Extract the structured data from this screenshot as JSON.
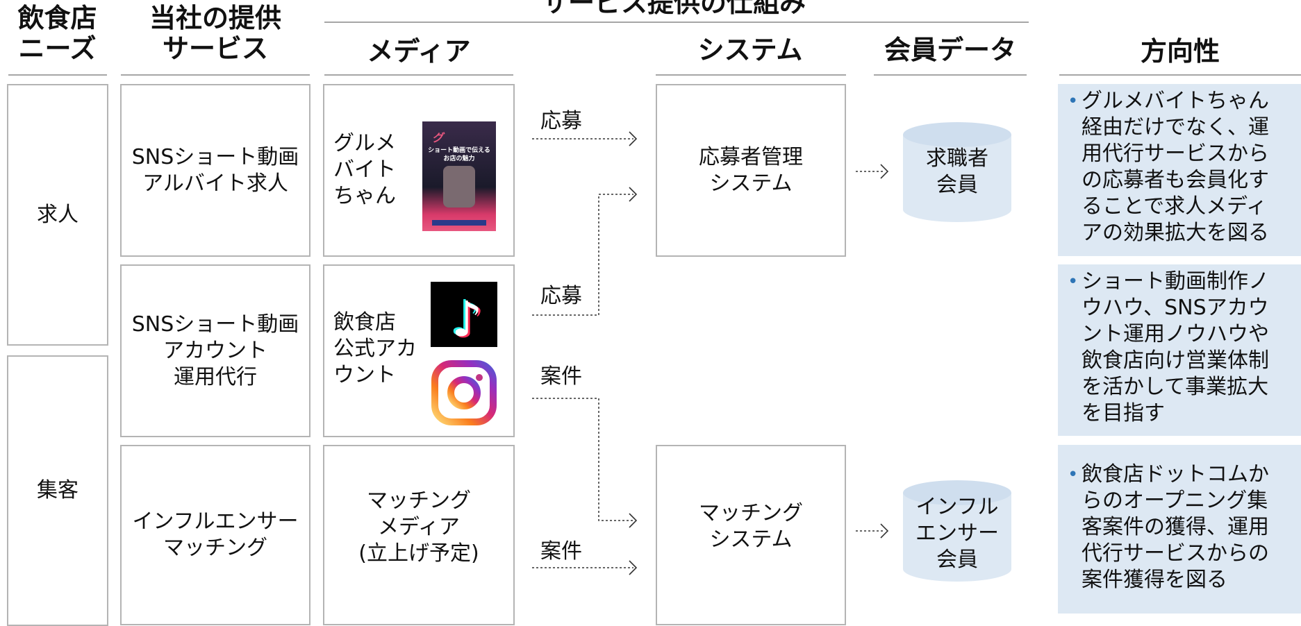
{
  "headers": {
    "needs": "飲食店\nニーズ",
    "services": "当社の提供\nサービス",
    "mechanism": "サービス提供の仕組み",
    "media": "メディア",
    "system": "システム",
    "member_data": "会員データ",
    "direction": "方向性"
  },
  "needs": {
    "recruit": "求人",
    "attract": "集客"
  },
  "services": [
    "SNSショート動画\nアルバイト求人",
    "SNSショート動画\nアカウント\n運用代行",
    "インフルエンサー\nマッチング"
  ],
  "media": {
    "gourmet": "グルメ\nバイト\nちゃん",
    "official": "飲食店\n公式アカ\nウント",
    "matching": "マッチング\nメディア\n(立上げ予定)",
    "thumb_title": "ショート動画で伝える\nお店の魅力"
  },
  "flow_labels": {
    "apply1": "応募",
    "apply2": "応募",
    "case1": "案件",
    "case2": "案件"
  },
  "systems": {
    "applicant": "応募者管理\nシステム",
    "matching": "マッチング\nシステム"
  },
  "members": {
    "job_seeker": "求職者\n会員",
    "influencer": "インフル\nエンサー\n会員"
  },
  "directions": [
    "グルメバイトちゃん\n経由だけでなく、運\n用代行サービスから\nの応募者も会員化す\nることで求人メディ\nアの効果拡大を図る",
    "ショート動画制作ノ\nウハウ、SNSアカウ\nント運用ノウハウや\n飲食店向け営業体制\nを活かして事業拡大\nを目指す",
    "飲食店ドットコムか\nらのオープニング集\n客案件の獲得、運用\n代行サービスからの\n案件獲得を図る"
  ],
  "colors": {
    "box_border": "#b4b4b4",
    "direction_bg": "#dde8f3",
    "bullet": "#2e75b6",
    "cylinder": "#dde8f3",
    "cylinder_top": "#cfdeee"
  }
}
